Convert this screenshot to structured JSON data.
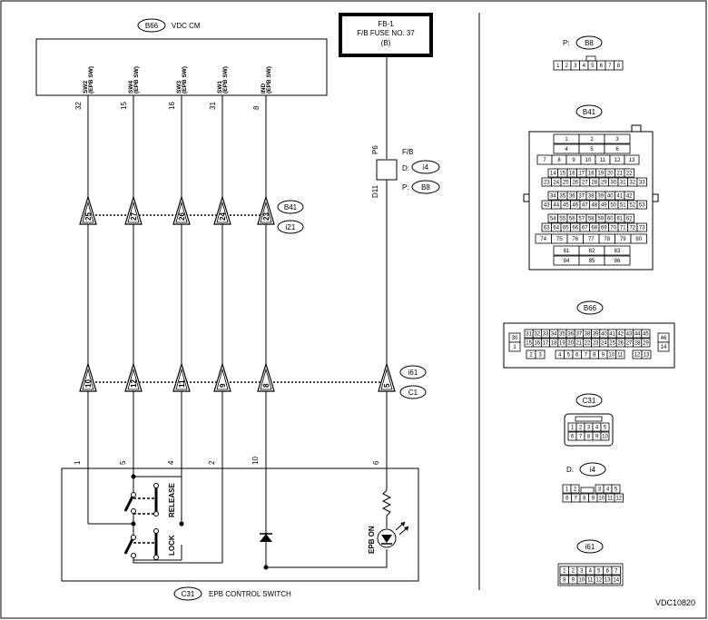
{
  "module": {
    "code": "B66",
    "name": "VDC CM"
  },
  "fuse": {
    "line1": "FB-1",
    "line2": "F/B FUSE NO. 37",
    "line3": "(B)"
  },
  "module_pins": [
    {
      "pin": "32",
      "label": "SW2",
      "sub": "(EPB SW)"
    },
    {
      "pin": "15",
      "label": "SW4",
      "sub": "(EPB SW)"
    },
    {
      "pin": "16",
      "label": "SW3",
      "sub": "(EPB SW)"
    },
    {
      "pin": "31",
      "label": "SW1",
      "sub": "(EPB SW)"
    },
    {
      "pin": "8",
      "label": "IND",
      "sub": "(EPB SW)"
    }
  ],
  "connector_b41_pins": [
    "25",
    "27",
    "26",
    "24",
    "23"
  ],
  "connector_b41": {
    "codes": [
      "B41",
      "i21"
    ]
  },
  "connector_i61_pins": [
    "10",
    "12",
    "11",
    "9",
    "8",
    "5"
  ],
  "connector_i61": {
    "codes": [
      "i61",
      "C1"
    ]
  },
  "switch_pins": [
    "1",
    "5",
    "4",
    "2",
    "10",
    "6"
  ],
  "switch": {
    "code": "C31",
    "name": "EPB CONTROL SWITCH",
    "release": "RELEASE",
    "lock": "LOCK",
    "lamp": "EPB ON"
  },
  "fb_junction": {
    "label": "F/B",
    "top_pin": "P6",
    "bottom_pin": "D11",
    "d_prefix": "D:",
    "d_code": "i4",
    "p_prefix": "P:",
    "p_code": "B8"
  },
  "panel": {
    "b8": {
      "prefix": "P:",
      "code": "B8",
      "pins": [
        "1",
        "2",
        "3",
        "4",
        "5",
        "6",
        "7",
        "8"
      ]
    },
    "b41": {
      "code": "B41",
      "r1": [
        "1",
        "2",
        "3"
      ],
      "r2": [
        "4",
        "5",
        "6"
      ],
      "r3": [
        "7",
        "8",
        "9",
        "10",
        "11",
        "12",
        "13"
      ],
      "r4": [
        "14",
        "15",
        "16",
        "17",
        "18",
        "19",
        "20",
        "21",
        "22"
      ],
      "r5": [
        "23",
        "24",
        "25",
        "26",
        "27",
        "28",
        "29",
        "30",
        "31",
        "32",
        "33"
      ],
      "r6": [
        "34",
        "35",
        "36",
        "37",
        "38",
        "39",
        "40",
        "41",
        "42"
      ],
      "r7": [
        "43",
        "44",
        "45",
        "46",
        "47",
        "48",
        "49",
        "50",
        "51",
        "52",
        "53"
      ],
      "r8": [
        "54",
        "55",
        "56",
        "57",
        "58",
        "59",
        "60",
        "61",
        "62"
      ],
      "r9": [
        "63",
        "64",
        "65",
        "66",
        "67",
        "68",
        "69",
        "70",
        "71",
        "72",
        "73"
      ],
      "r10": [
        "74",
        "75",
        "76",
        "77",
        "78",
        "79",
        "80"
      ],
      "r11": [
        "81",
        "82",
        "83"
      ],
      "r12": [
        "84",
        "85",
        "86"
      ]
    },
    "b66": {
      "code": "B66",
      "r1": [
        "31",
        "32",
        "33",
        "34",
        "35",
        "36",
        "37",
        "38",
        "39",
        "40",
        "41",
        "42",
        "43",
        "44",
        "45"
      ],
      "r2": [
        "15",
        "16",
        "17",
        "18",
        "19",
        "20",
        "21",
        "22",
        "23",
        "24",
        "25",
        "26",
        "27",
        "28",
        "29"
      ],
      "r3a": [
        "2",
        "3"
      ],
      "r3b": [
        "4",
        "5",
        "6",
        "7",
        "8",
        "9",
        "10",
        "11"
      ],
      "r3c": [
        "12",
        "13"
      ],
      "left": [
        "30",
        "1"
      ],
      "right": [
        "46",
        "14"
      ]
    },
    "c31": {
      "code": "C31",
      "r1": [
        "1",
        "2",
        "3",
        "4",
        "5"
      ],
      "r2": [
        "6",
        "7",
        "8",
        "9",
        "10"
      ]
    },
    "i4": {
      "prefix": "D:",
      "code": "i4",
      "r1": [
        "1",
        "2",
        "3",
        "4",
        "5"
      ],
      "r2": [
        "6",
        "7",
        "8",
        "9",
        "10",
        "11",
        "12"
      ]
    },
    "i61": {
      "code": "i61",
      "r1": [
        "1",
        "2",
        "3",
        "4",
        "5",
        "6",
        "7"
      ],
      "r2": [
        "8",
        "9",
        "10",
        "11",
        "12",
        "13",
        "14"
      ]
    }
  },
  "figure_id": "VDC10820"
}
